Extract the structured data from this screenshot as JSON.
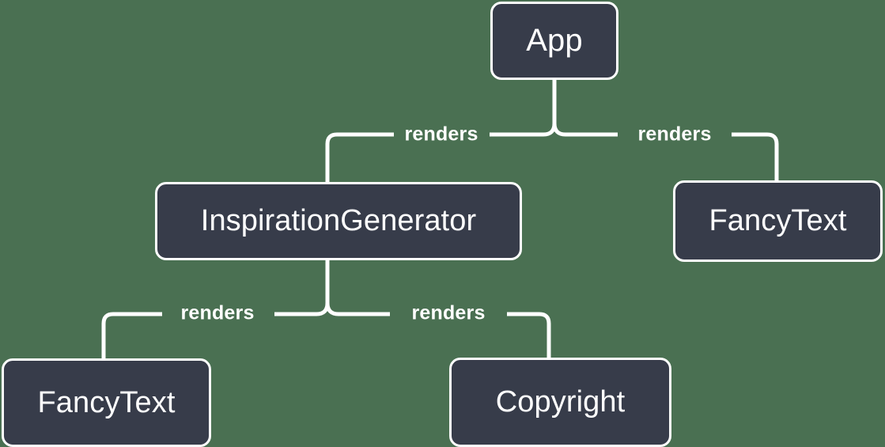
{
  "diagram": {
    "type": "component-tree",
    "background_color": "#4a7052",
    "node_fill_color": "#373c4a",
    "node_border_color": "#ffffff",
    "text_color": "#ffffff",
    "edge_color": "#ffffff",
    "nodes": [
      {
        "id": "app",
        "label": "App"
      },
      {
        "id": "inspgen",
        "label": "InspirationGenerator"
      },
      {
        "id": "fancytext_right",
        "label": "FancyText"
      },
      {
        "id": "fancytext_bottom",
        "label": "FancyText"
      },
      {
        "id": "copyright",
        "label": "Copyright"
      }
    ],
    "edges": [
      {
        "from": "app",
        "to": "inspgen",
        "label": "renders"
      },
      {
        "from": "app",
        "to": "fancytext_right",
        "label": "renders"
      },
      {
        "from": "inspgen",
        "to": "fancytext_bottom",
        "label": "renders"
      },
      {
        "from": "inspgen",
        "to": "copyright",
        "label": "renders"
      }
    ],
    "edge_labels": {
      "app_to_inspgen": "renders",
      "app_to_fancytext": "renders",
      "inspgen_to_fancytext": "renders",
      "inspgen_to_copyright": "renders"
    }
  }
}
